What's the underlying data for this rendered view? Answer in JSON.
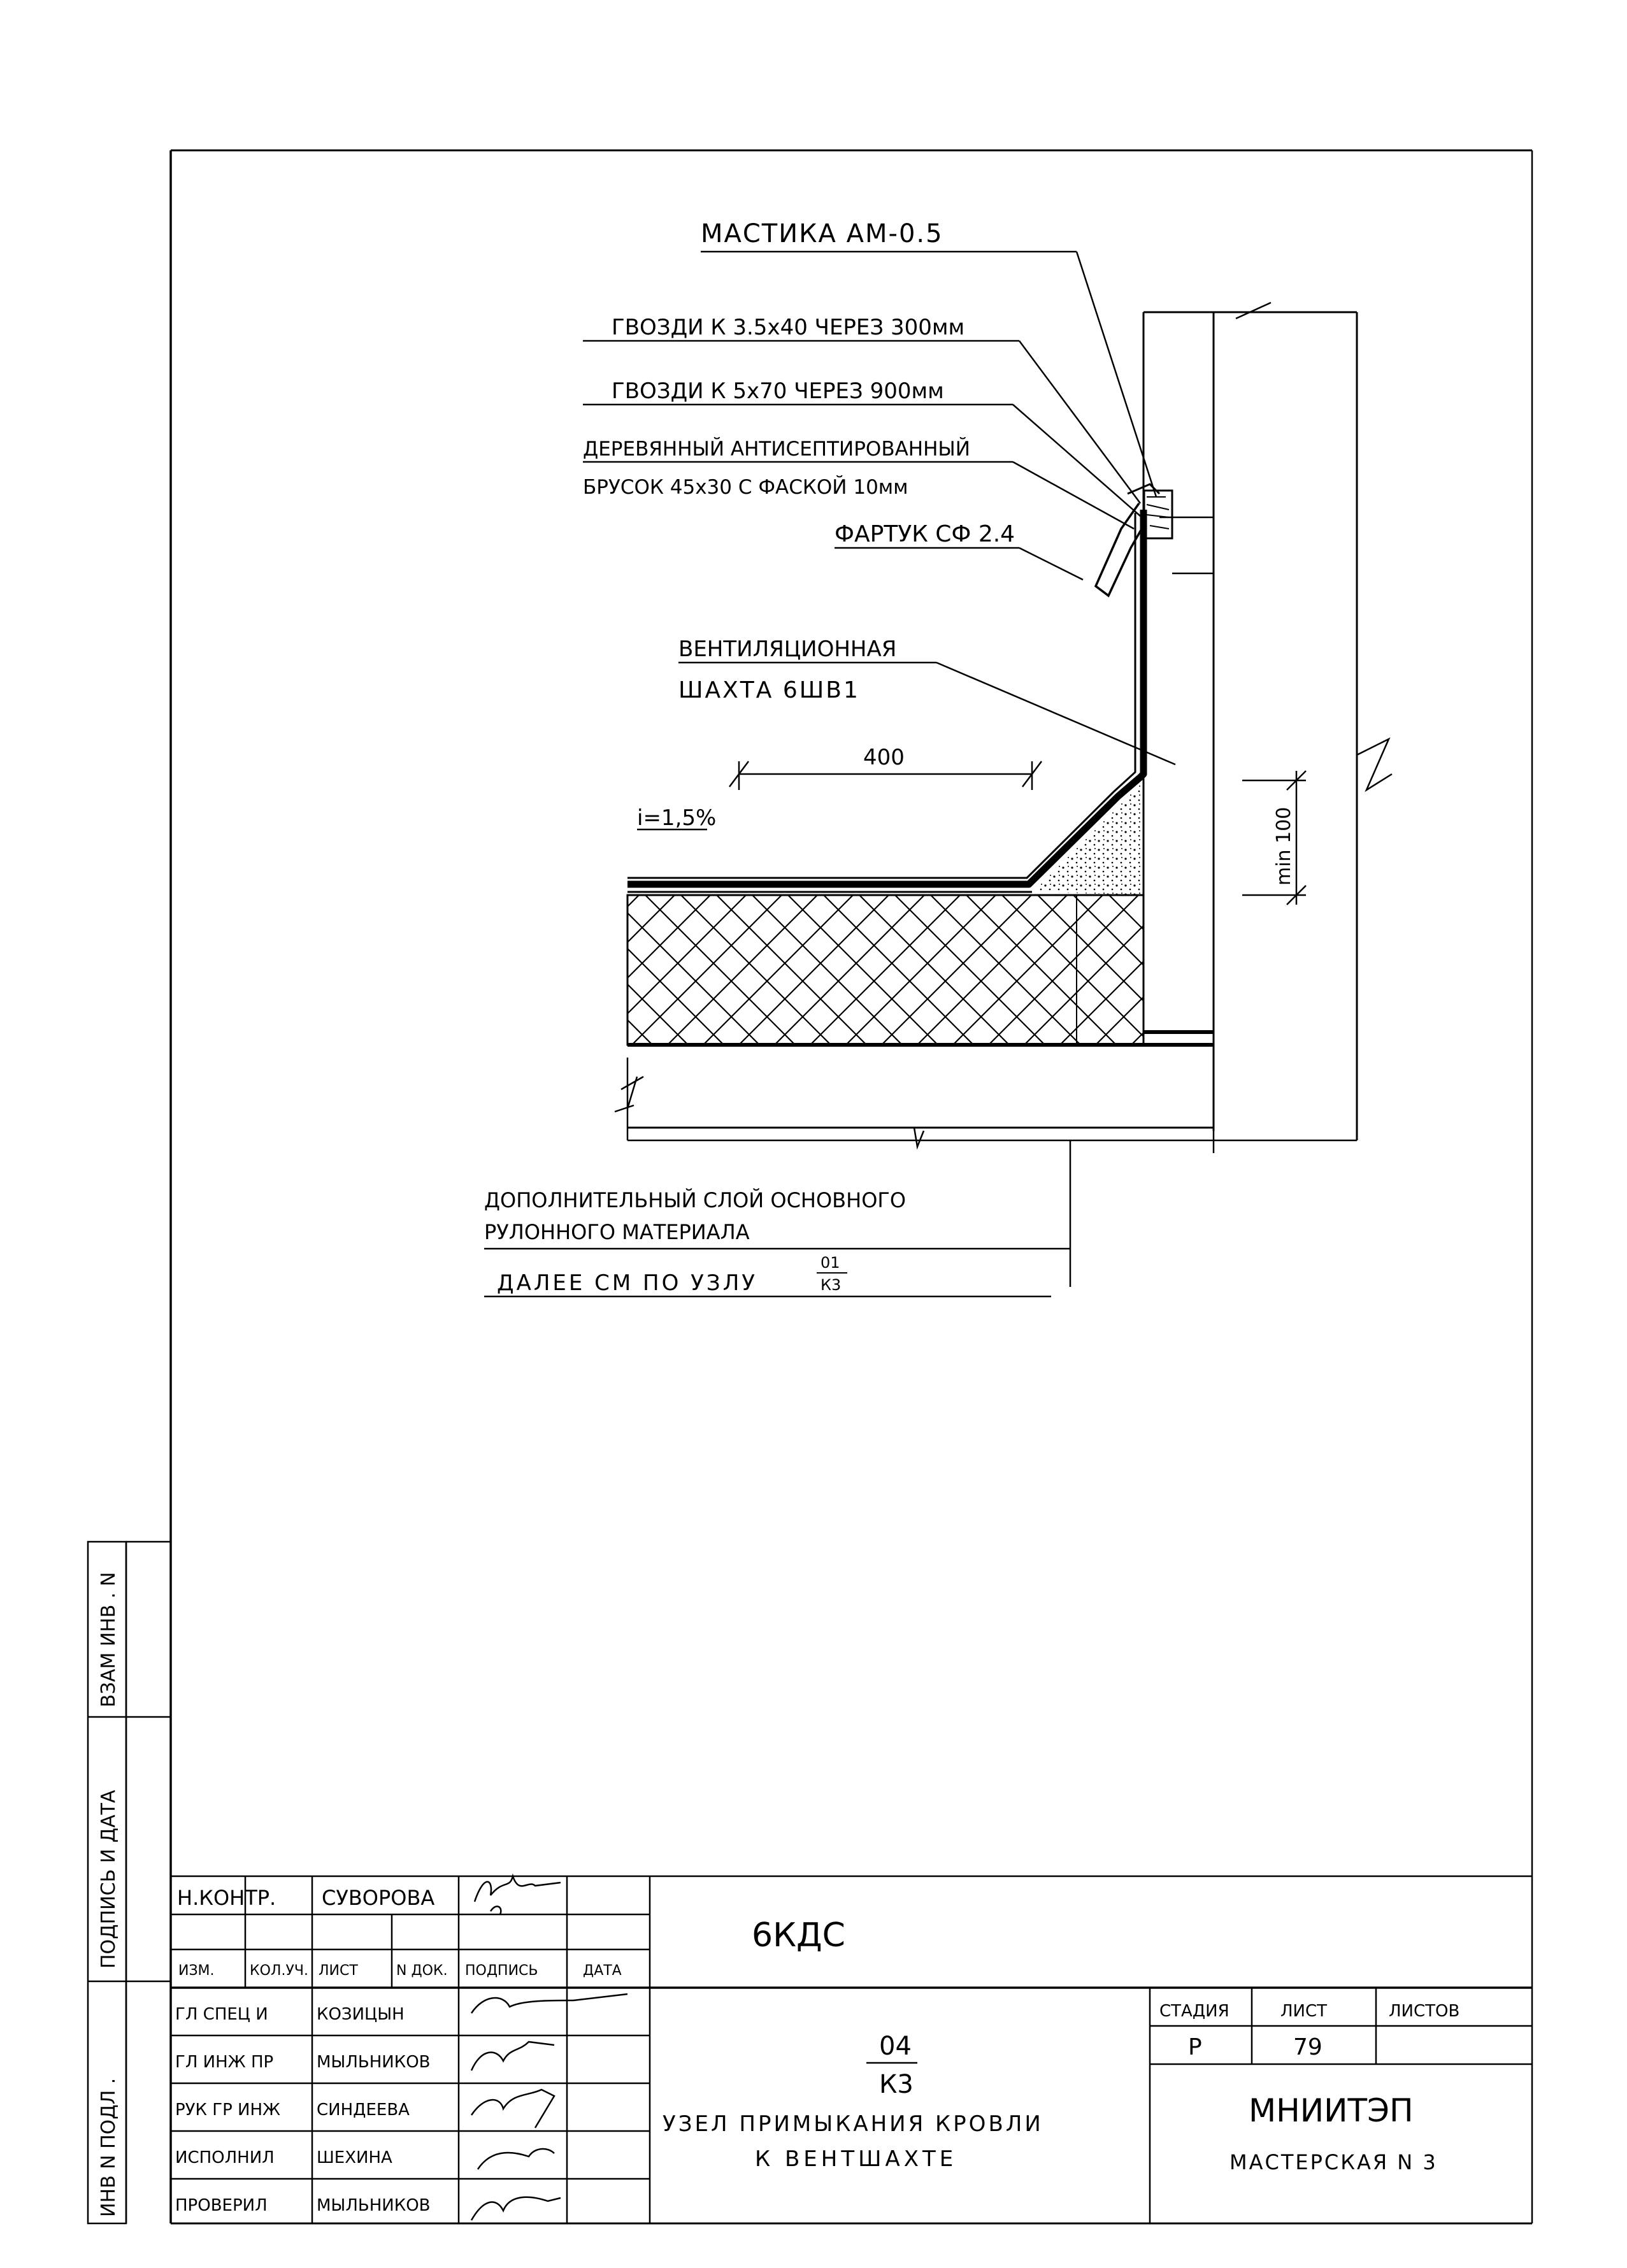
{
  "labels": {
    "mastic": "МАСТИКА АМ-0.5",
    "nails1": "ГВОЗДИ К 3.5х40 ЧЕРЕЗ 300мм",
    "nails2": "ГВОЗДИ К 5х70 ЧЕРЕЗ 900мм",
    "bar1": "ДЕРЕВЯННЫЙ АНТИСЕПТИРОВАННЫЙ",
    "bar2": "БРУСОК 45х30 С ФАСКОЙ 10мм",
    "apron": "ФАРТУК СФ 2.4",
    "shaft1": "ВЕНТИЛЯЦИОННАЯ",
    "shaft2": "ШАХТА 6ШВ1",
    "dim400": "400",
    "slope": "i=1,5%",
    "min100": "min 100",
    "extra1": "ДОПОЛНИТЕЛЬНЫЙ СЛОЙ ОСНОВНОГО",
    "extra2": "РУЛОННОГО МАТЕРИАЛА",
    "further": "ДАЛЕЕ СМ ПО УЗЛУ",
    "further_num": "01",
    "further_den": "К3"
  },
  "side_stamp": {
    "inv_replace": "ВЗАМ ИНВ . N",
    "sign_date": "ПОДПИСЬ И ДАТА",
    "inv_orig": "ИНВ N ПОДЛ ."
  },
  "title_block": {
    "code": "6КДС",
    "headers": [
      "ИЗМ.",
      "КОЛ.УЧ.",
      "ЛИСТ",
      "N ДОК.",
      "ПОДПИСЬ",
      "ДАТА"
    ],
    "norm_role": "Н.КОНТР.",
    "norm_name": "СУВОРОВА",
    "rows": [
      {
        "role": "ГЛ СПЕЦ И",
        "name": "КОЗИЦЫН"
      },
      {
        "role": "ГЛ ИНЖ ПР",
        "name": "МЫЛЬНИКОВ"
      },
      {
        "role": "РУК ГР ИНЖ",
        "name": "СИНДЕЕВА"
      },
      {
        "role": "ИСПОЛНИЛ",
        "name": "ШЕХИНА"
      },
      {
        "role": "ПРОВЕРИЛ",
        "name": "МЫЛЬНИКОВ"
      }
    ],
    "node_num": "04",
    "node_den": "К3",
    "title1": "УЗЕЛ ПРИМЫКАНИЯ КРОВЛИ",
    "title2": "К ВЕНТШАХТЕ",
    "stage_h": "СТАДИЯ",
    "sheet_h": "ЛИСТ",
    "sheets_h": "ЛИСТОВ",
    "stage": "Р",
    "sheet": "79",
    "sheets": "",
    "org": "МНИИТЭП",
    "workshop": "МАСТЕРСКАЯ N 3"
  }
}
